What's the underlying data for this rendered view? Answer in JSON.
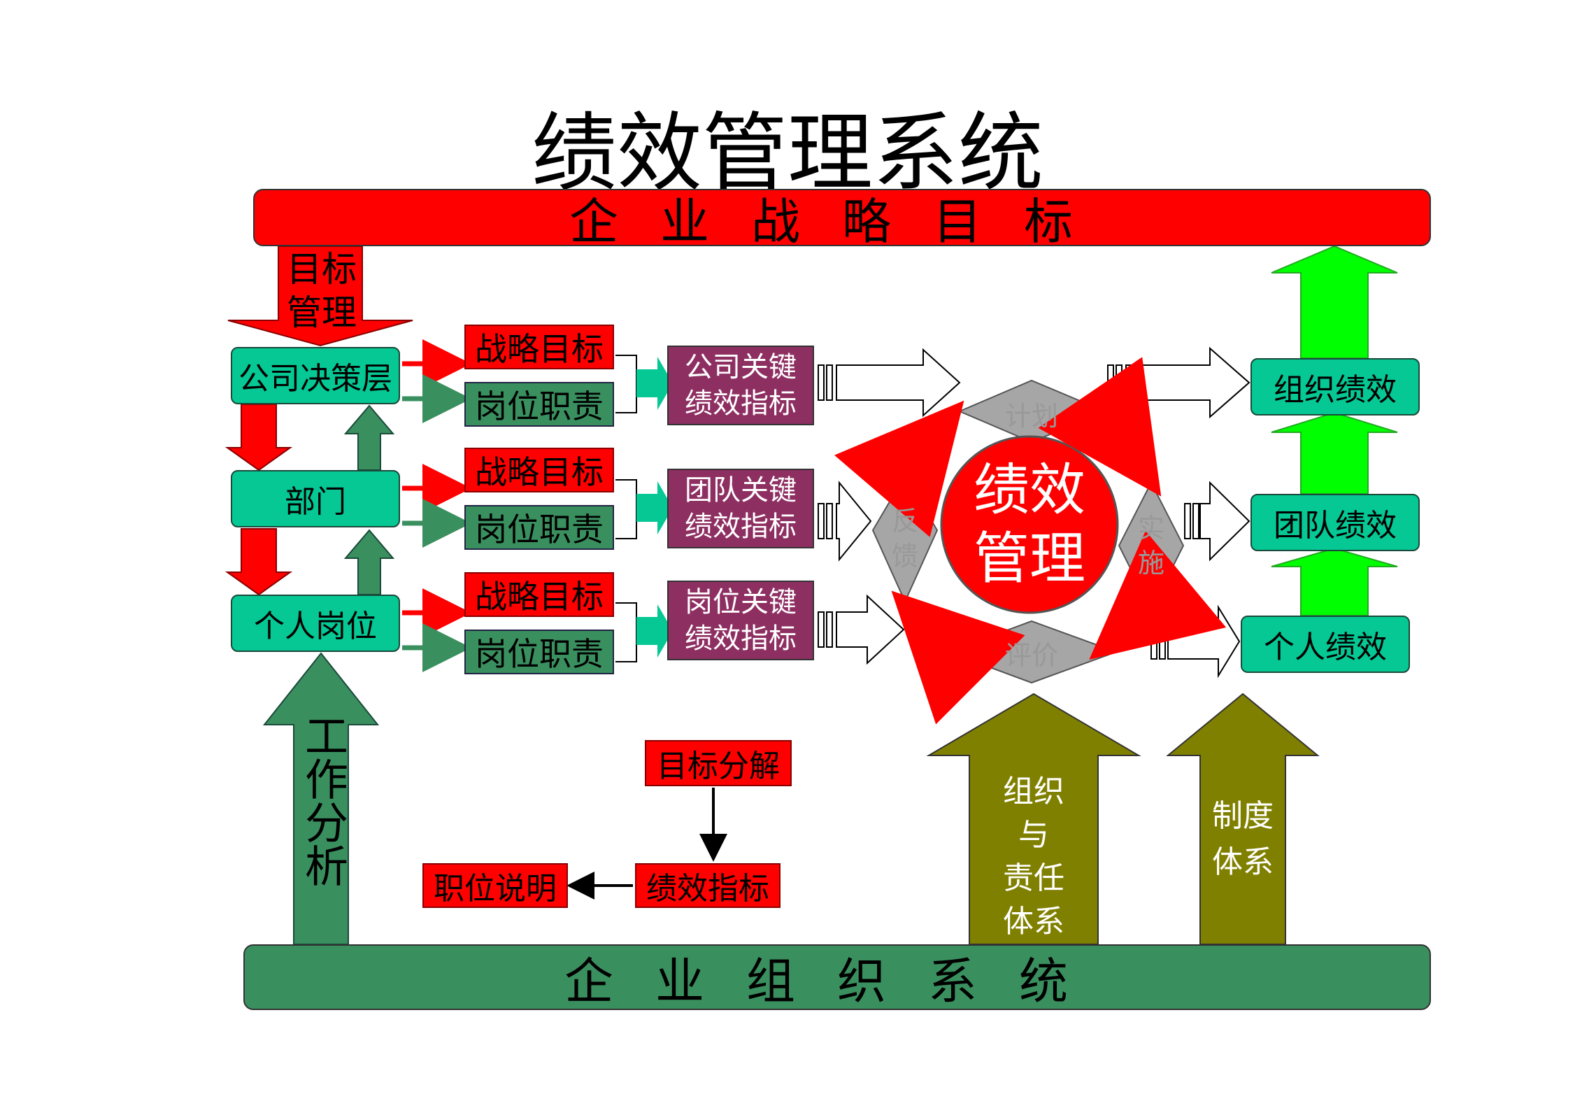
{
  "title": "绩效管理系统",
  "top_bar": "企业战略目标",
  "bottom_bar": "企业组织系统",
  "goal_mgmt": "目标管理",
  "left_levels": [
    "公司决策层",
    "部门",
    "个人岗位"
  ],
  "strategy_label": "战略目标",
  "duty_label": "岗位职责",
  "kpi_boxes": [
    [
      "公司关键",
      "绩效指标"
    ],
    [
      "团队关键",
      "绩效指标"
    ],
    [
      "岗位关键",
      "绩效指标"
    ]
  ],
  "center": {
    "line1": "绩效",
    "line2": "管理"
  },
  "cycle": {
    "plan": "计划",
    "implement": "实施",
    "evaluate": "评价",
    "feedback": "反馈"
  },
  "results": [
    "组织绩效",
    "团队绩效",
    "个人绩效"
  ],
  "job_analysis": "工作分析",
  "org_resp": [
    "组织",
    "与",
    "责任",
    "体系"
  ],
  "system": [
    "制度",
    "体系"
  ],
  "decomp": {
    "goal_decomp": "目标分解",
    "kpi": "绩效指标",
    "job_desc": "职位说明"
  },
  "colors": {
    "red": "#ff0000",
    "teal": "#05c894",
    "green": "#3a8f5f",
    "purple": "#8e2f62",
    "lime": "#00ff00",
    "olive": "#808000",
    "gray": "#a6a6a6"
  }
}
